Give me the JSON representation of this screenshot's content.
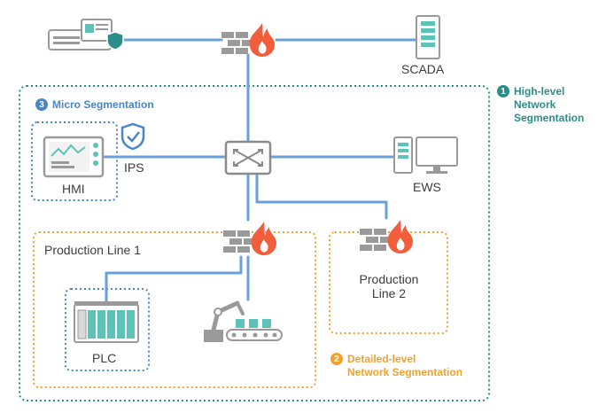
{
  "nodes": {
    "scada": "SCADA",
    "hmi": "HMI",
    "ips": "IPS",
    "ews": "EWS",
    "plc": "PLC",
    "production_line_1": "Production Line 1",
    "production_line_2": [
      "Production",
      "Line 2"
    ]
  },
  "legends": {
    "high_level": {
      "number": "1",
      "lines": [
        "High-level",
        "Network",
        "Segmentation"
      ]
    },
    "detailed_level": {
      "number": "2",
      "lines": [
        "Detailed-level",
        "Network Segmentation"
      ]
    },
    "micro": {
      "number": "3",
      "lines": [
        "Micro Segmentation"
      ]
    }
  },
  "colors": {
    "link": "#6aa0d8",
    "high_level_zone": "#2a8f8a",
    "detailed_zone": "#f0a22e",
    "micro_zone": "#4a86c5",
    "firewall_brick": "#9a9a9a",
    "firewall_flame": "#f25d3c",
    "device_teal": "#5cc3b8",
    "device_gray": "#a8a8a8"
  },
  "icons": [
    "server-console-icon",
    "shield-icon",
    "firewall-icon",
    "server-tower-icon",
    "network-switch-icon",
    "hmi-panel-icon",
    "shield-check-icon",
    "workstation-icon",
    "plc-rack-icon",
    "robot-arm-conveyor-icon"
  ]
}
